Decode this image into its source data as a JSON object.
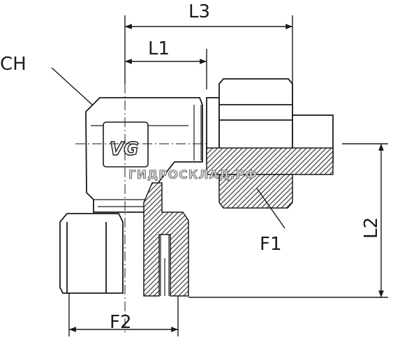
{
  "labels": {
    "l3": "L3",
    "l1": "L1",
    "ch": "CH",
    "l2": "L2",
    "f1": "F1",
    "f2": "F2"
  },
  "logo_text": "VG",
  "watermark": "ГИДРОСКЛАД.РФ",
  "colors": {
    "line": "#1a1a1a",
    "hatch": "#2b2b2b",
    "background": "#ffffff"
  }
}
